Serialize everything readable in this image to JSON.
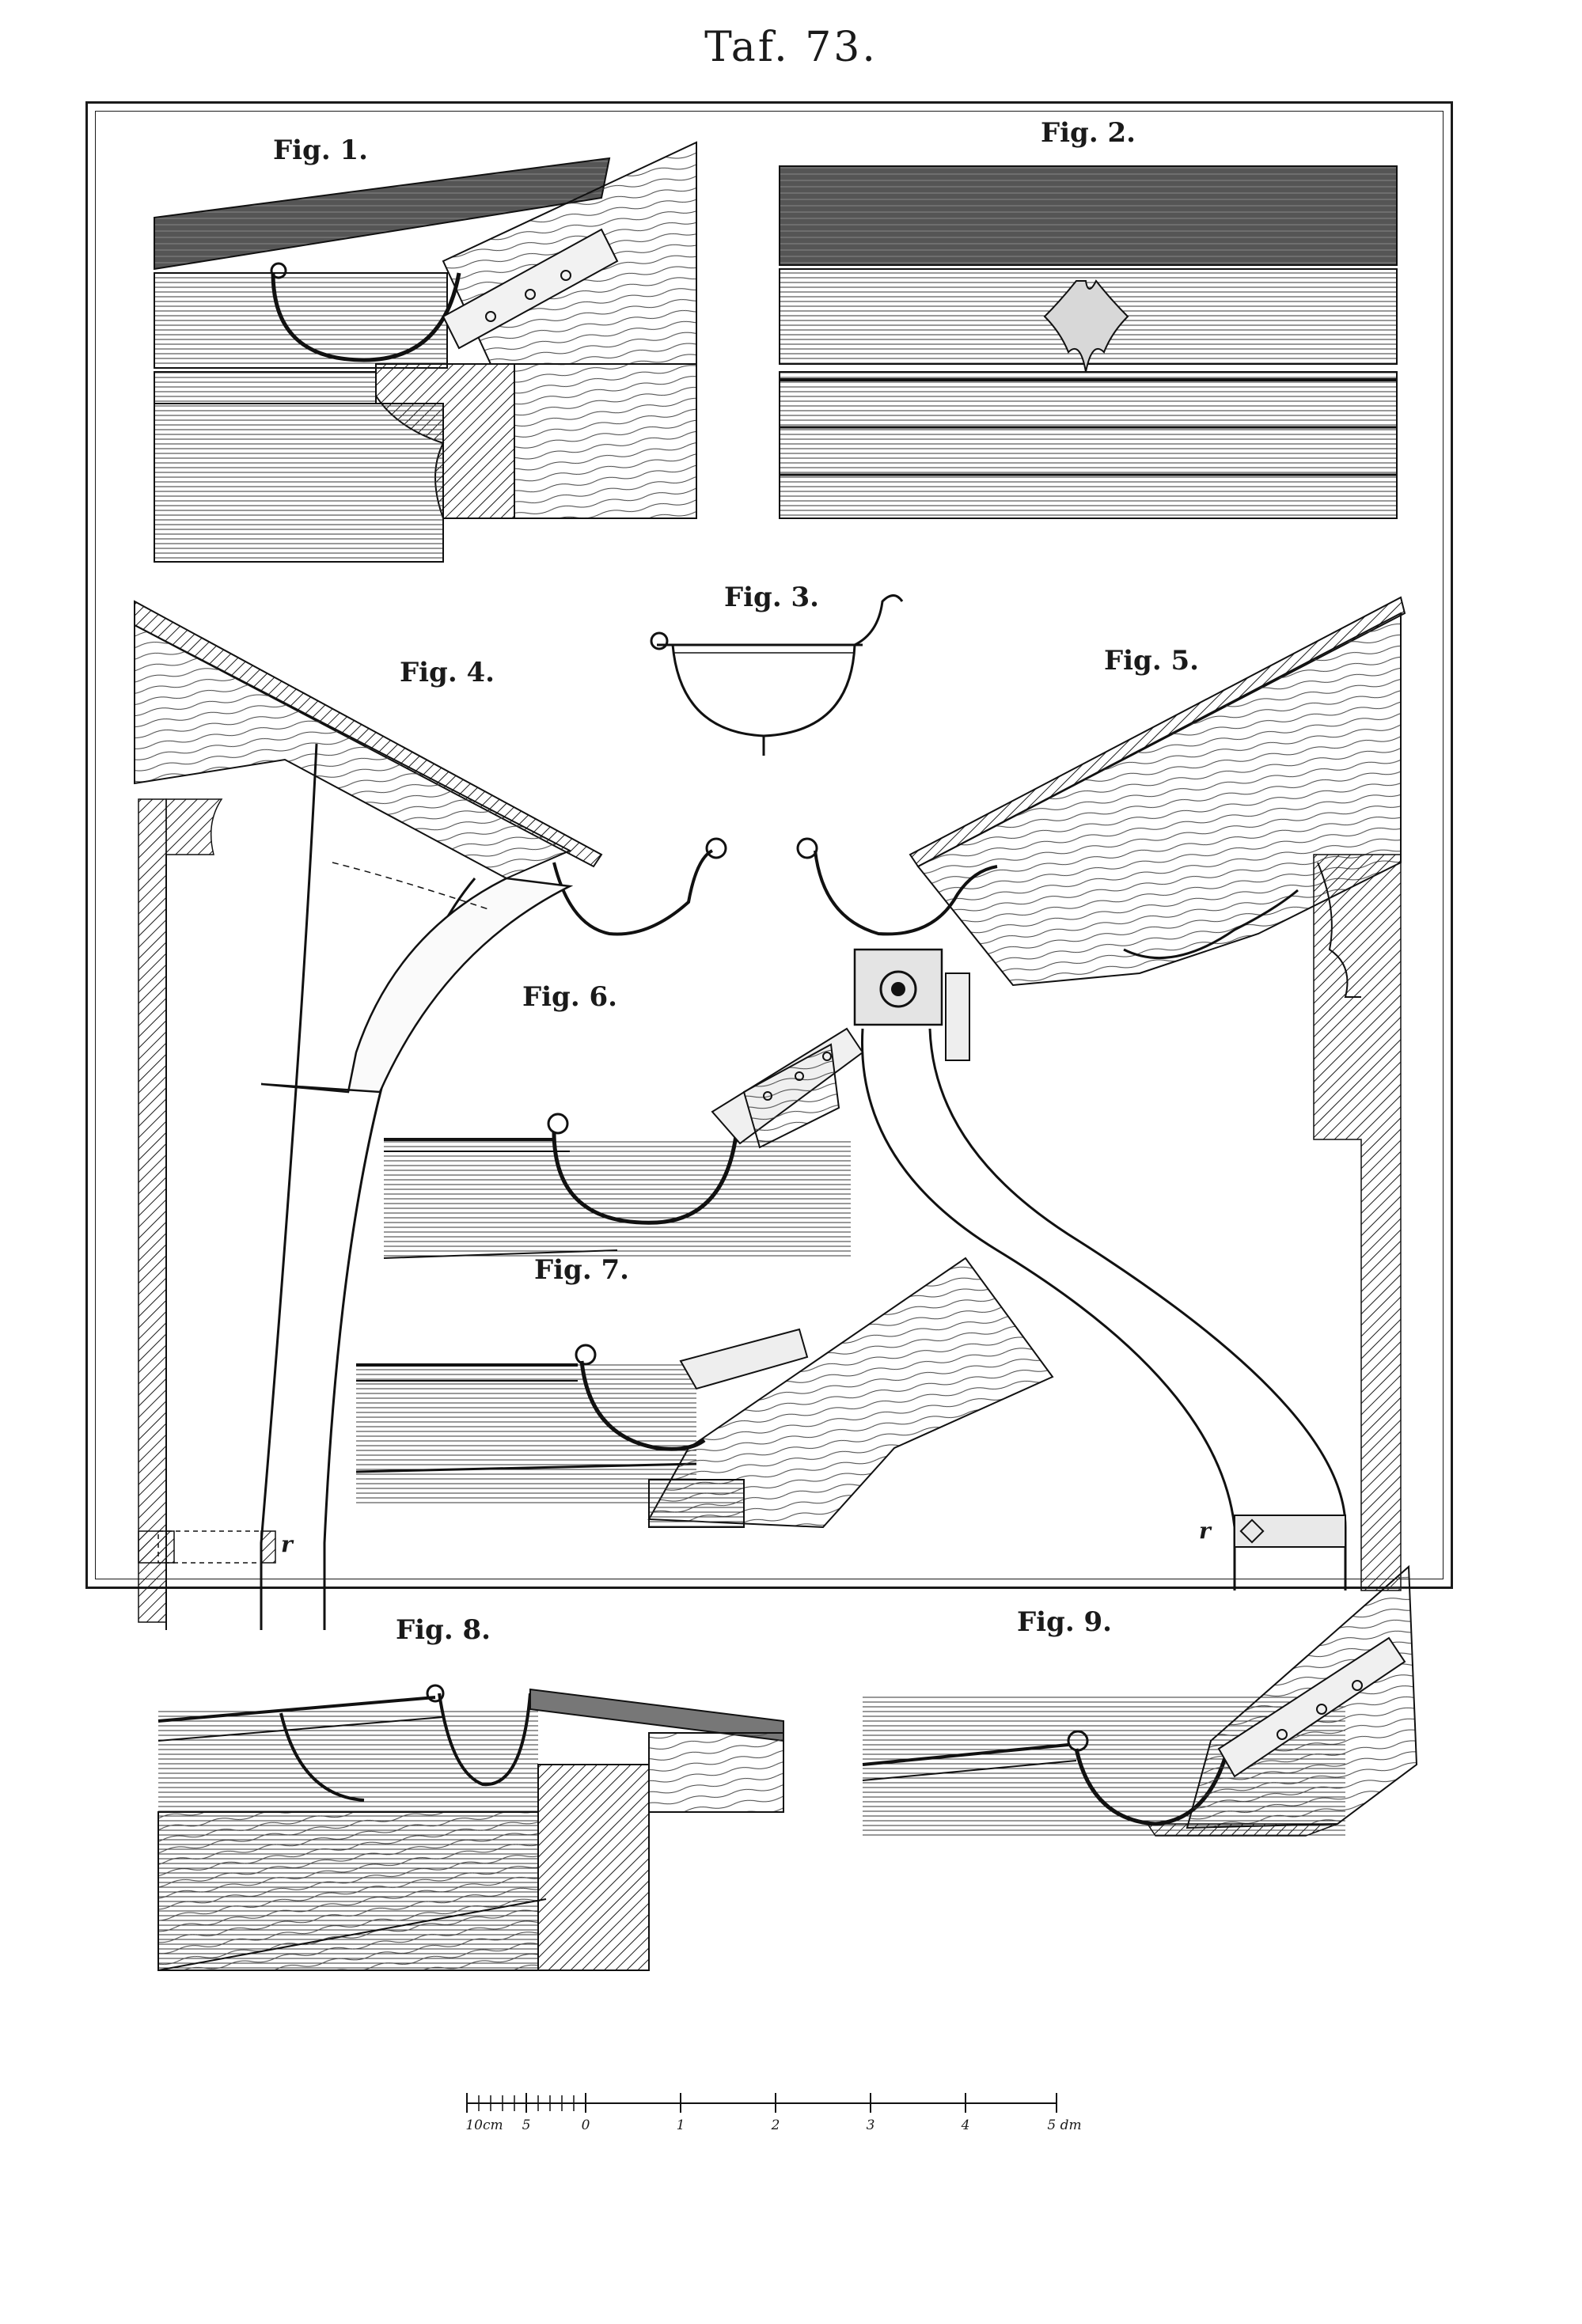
{
  "plate": {
    "title": "Taf. 73."
  },
  "figures": [
    {
      "label": "Fig. 1."
    },
    {
      "label": "Fig. 2."
    },
    {
      "label": "Fig. 3."
    },
    {
      "label": "Fig. 4."
    },
    {
      "label": "Fig. 5."
    },
    {
      "label": "Fig. 6."
    },
    {
      "label": "Fig. 7."
    },
    {
      "label": "Fig. 8."
    },
    {
      "label": "Fig. 9."
    }
  ],
  "marks": {
    "fig4": "r",
    "fig5": "r"
  },
  "scale": {
    "ticks": [
      "10cm",
      "5",
      "0",
      "1",
      "2",
      "3",
      "4",
      "5 dm"
    ]
  }
}
